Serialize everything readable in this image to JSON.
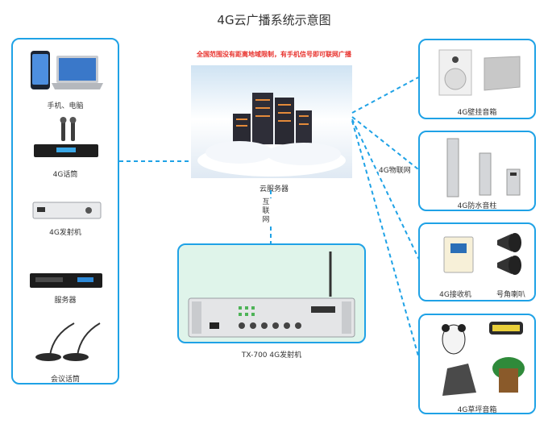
{
  "title": "4G云广播系统示意图",
  "notice": "全国范围没有距离地域限制，有手机信号即可联网广播",
  "cloud_label": "云服务器",
  "internet_label": "互\n联\n网",
  "iot_label": "4G物联网",
  "transmitter_label": "TX-700  4G发射机",
  "left_items": [
    "手机、电脑",
    "4G话筒",
    "4G发射机",
    "服务器",
    "会议话筒"
  ],
  "speakers": {
    "wall": "4G壁挂音箱",
    "column": "4G防水音柱",
    "receiver": "4G接收机",
    "horn": "号角喇叭",
    "lawn": "4G草坪音箱"
  },
  "colors": {
    "border": "#1fa2e6",
    "notice": "#e8322d",
    "tx_bg": "#dff4ea"
  }
}
